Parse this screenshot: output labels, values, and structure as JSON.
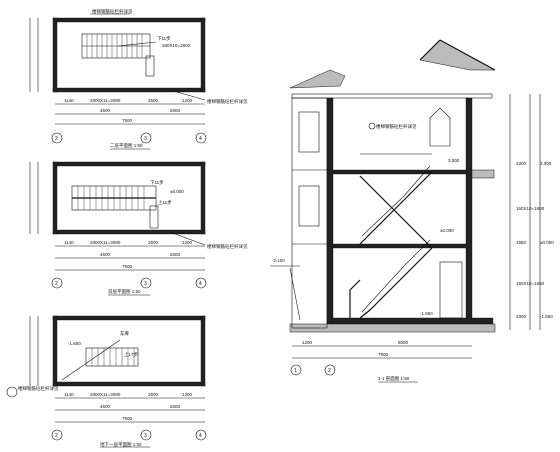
{
  "plan1": {
    "title": "二层平面图 1:50",
    "top_note": "楼梯钢筋砼栏杆详见",
    "side_note": "楼梯钢筋砼栏杆详见",
    "up_label": "下11步",
    "step_label": "280X10=2800",
    "dim_bottom": [
      "1140",
      "2800X11=3080",
      "2600",
      "1200"
    ],
    "dim_total": [
      "4600",
      "2600"
    ],
    "dim_overall": "7500",
    "axes": [
      "2",
      "3",
      "4"
    ]
  },
  "plan2": {
    "title": "首层平面图 1:50",
    "up_label": "下11步",
    "down_label": "上11步",
    "level": "±0.000",
    "side_note": "楼梯钢筋砼栏杆详见",
    "dim_bottom": [
      "1140",
      "2800X11=3080",
      "2600",
      "1200"
    ],
    "dim_total": [
      "4600",
      "2600"
    ],
    "dim_overall": "7500",
    "axes": [
      "2",
      "3",
      "4"
    ]
  },
  "plan3": {
    "title": "地下一层平面图 1:50",
    "level": "-1.650",
    "up_label": "上17步",
    "room": "车库",
    "side_note": "楼梯钢筋砼栏杆详见",
    "dim_bottom": [
      "1140",
      "2800X11=3080",
      "2600",
      "1200"
    ],
    "dim_total": [
      "4600",
      "2600"
    ],
    "dim_overall": "7500",
    "axes": [
      "2",
      "3",
      "4"
    ]
  },
  "section": {
    "title": "1-1 剖面图 1:50",
    "note": "楼梯钢筋砼栏杆详见",
    "levels": [
      "3.300",
      "±0.000",
      "-1.650",
      "-2.100"
    ],
    "dims_bottom": [
      "1200",
      "6600"
    ],
    "dim_overall": "7800",
    "right_dims": [
      "3300",
      "160X10=1600",
      "1650",
      "160X10=1650",
      "3300"
    ],
    "right_levels": [
      "3.300",
      "±0.000",
      "-1.650"
    ],
    "axes": [
      "1",
      "2"
    ]
  }
}
